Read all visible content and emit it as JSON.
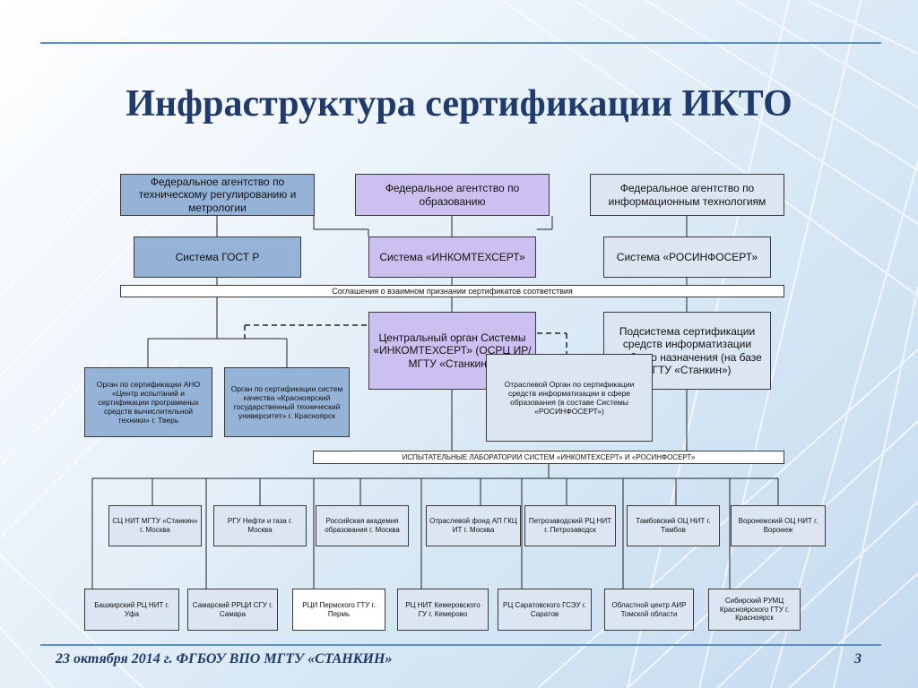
{
  "slide": {
    "title": "Инфраструктура сертификации ИКТО",
    "footer": "23 октября 2014 г. ФГБОУ ВПО МГТУ «СТАНКИН»",
    "page_number": "3"
  },
  "agencies": {
    "tech_reg": "Федеральное агентство по техническому регулированию и метрологии",
    "education": "Федеральное агентство по образованию",
    "it": "Федеральное агентство по информационным технологиям"
  },
  "systems": {
    "gost": "Система ГОСТ Р",
    "inkomtex": "Система «ИНКОМТЕХСЕРТ»",
    "rosinfo": "Система «РОСИНФОСЕРТ»"
  },
  "agreement": "Соглашения о взаимном признании сертификатов соответствия",
  "central": {
    "main": "Центральный орган Системы «ИНКОМТЕХСЕРТ» (ОСРЦ ИР/МГТУ «Станкин»)",
    "subsystem": "Подсистема сертификации средств информатизации учебного назначения (на базе МГТУ «Станкин»)",
    "industry": "Отраслевой Орган по сертификации средств информатизации в сфере образования (в составе Системы «РОСИНФОСЕРТ»)"
  },
  "cert_bodies": {
    "tver": "Орган по сертификации АНО «Центр испытаний и сертификации программных средств вычислительной техники» г. Тверь",
    "krasnoyarsk": "Орган по сертификации систем качества «Красноярский государственный технический университет» г. Красноярск"
  },
  "labs_header": "ИСПЫТАТЕЛЬНЫЕ ЛАБОРАТОРИИ СИСТЕМ «ИНКОМТЕХСЕРТ» И «РОСИНФОСЕРТ»",
  "labs_row1": [
    "СЦ НИТ МГТУ «Станкин» г. Москва",
    "РГУ Нефти и газа г. Москва",
    "Российская академия образования г. Москва",
    "Отраслевой фонд АП ГКЦ ИТ г. Москва",
    "Петрозаводский РЦ НИТ г. Петрозаводск",
    "Тамбовский ОЦ НИТ г. Тамбов",
    "Воронежский ОЦ НИТ г. Воронеж"
  ],
  "labs_row2": [
    "Башкирский РЦ НИТ г. Уфа",
    "Самарский РРЦИ СГУ г. Самара",
    "РЦИ Пермского ГТУ г. Пермь",
    "РЦ НИТ Кемеровского ГУ г. Кемерово",
    "РЦ Саратовского ГСЭУ г. Саратов",
    "Областной центр АИР Томской области",
    "Сибирский РУМЦ Красноярского ГТУ г. Красноярск"
  ]
}
